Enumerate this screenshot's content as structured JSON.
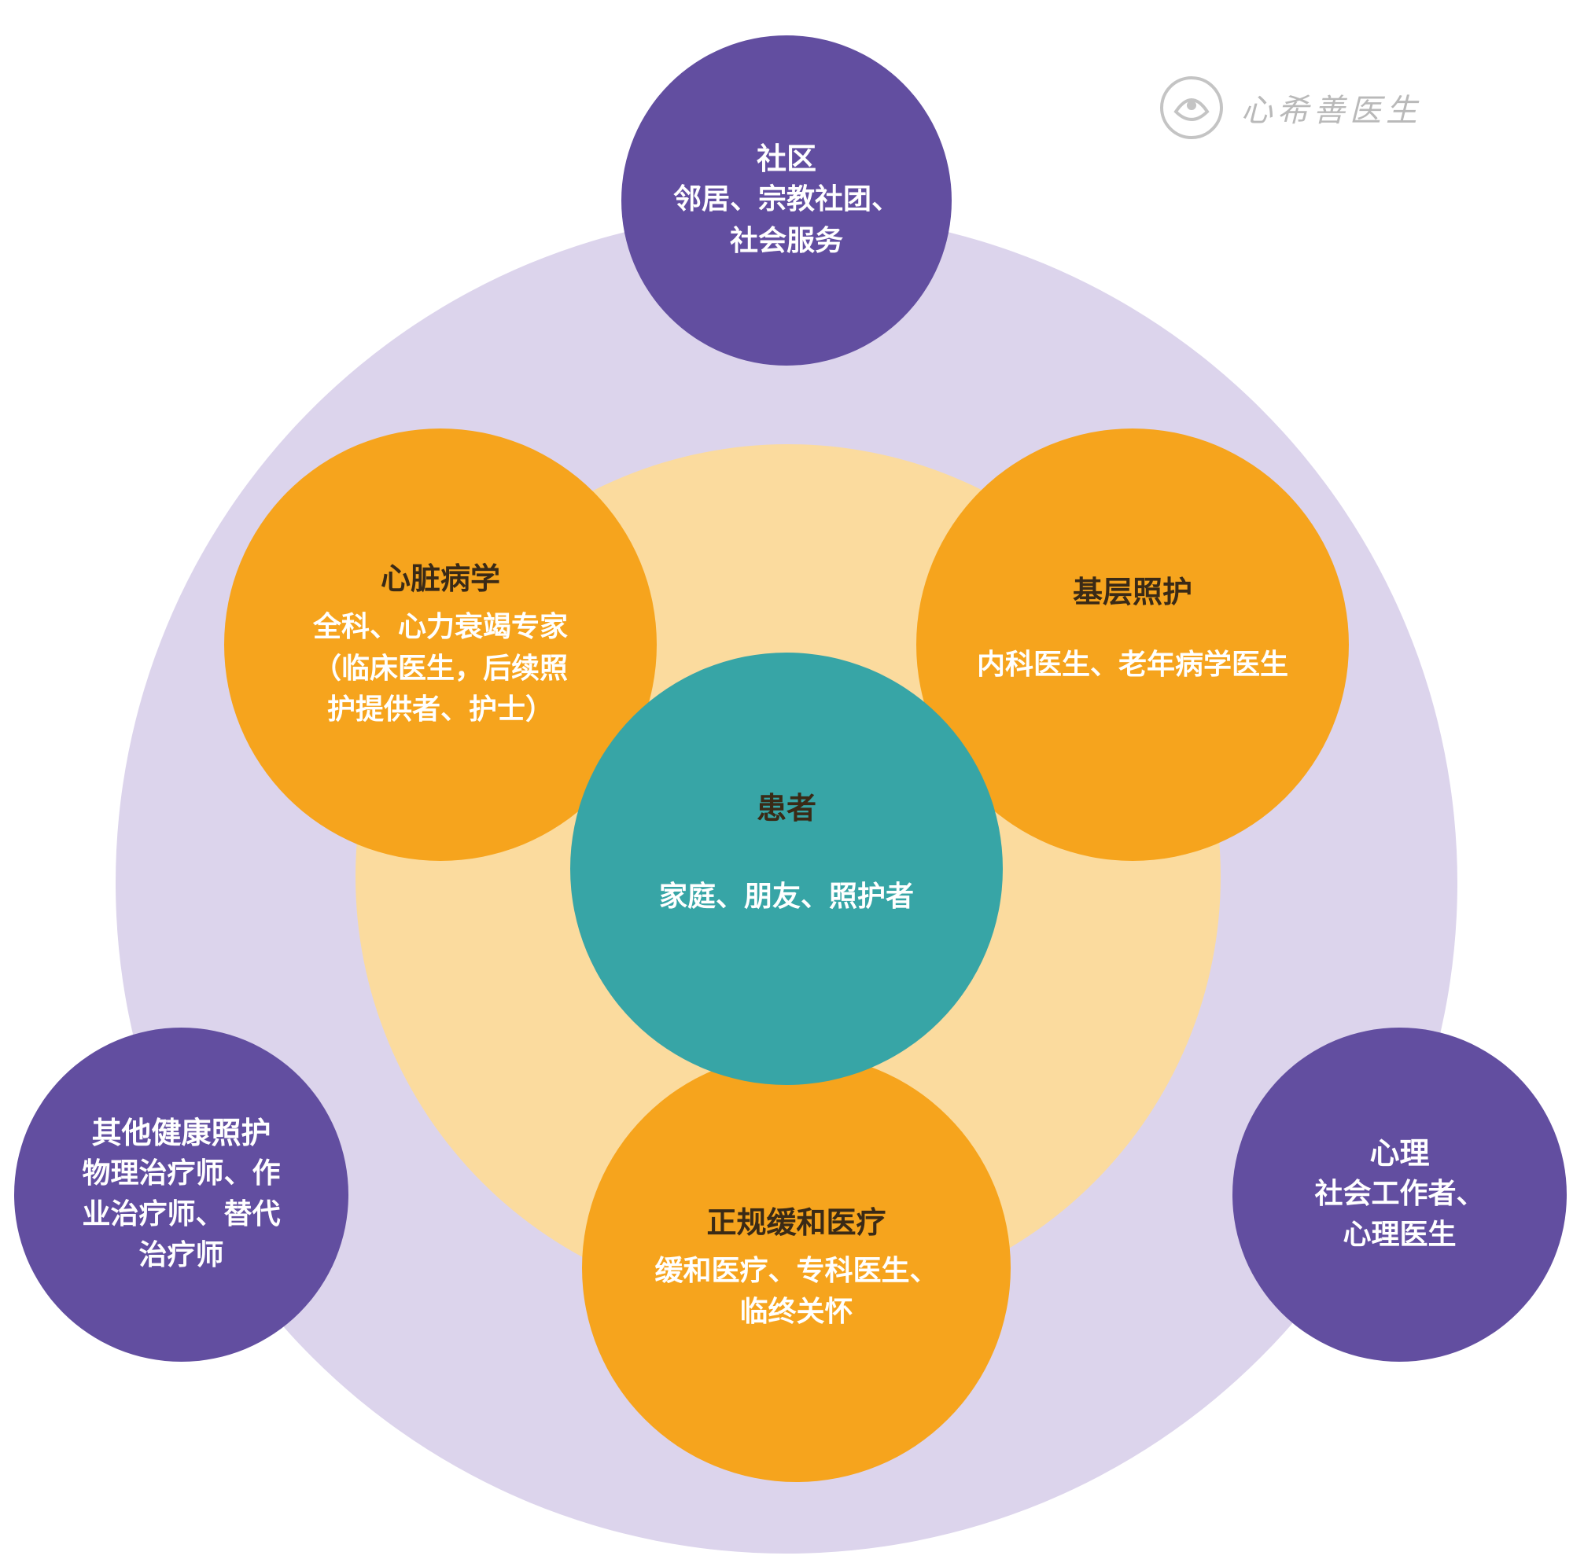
{
  "watermark": {
    "text": "心希善医生"
  },
  "community": {
    "title": "社区",
    "body": "邻居、宗教社团、\n社会服务"
  },
  "cardiology": {
    "title": "心脏病学",
    "body": "全科、心力衰竭专家\n（临床医生，后续照\n护提供者、护士）"
  },
  "primary_care": {
    "title": "基层照护",
    "body": "内科医生、老年病学医生"
  },
  "patient": {
    "title": "患者",
    "body": "家庭、朋友、照护者"
  },
  "palliative": {
    "title": "正规缓和医疗",
    "body": "缓和医疗、专科医生、\n临终关怀"
  },
  "other_care": {
    "title": "其他健康照护",
    "body": "物理治疗师、作\n业治疗师、替代\n治疗师"
  },
  "psychology": {
    "title": "心理",
    "body": "社会工作者、\n心理医生"
  },
  "colors": {
    "outer_ring": "#dcd4ec",
    "inner_glow": "#fbdb9e",
    "purple": "#624ea0",
    "orange": "#f6a41d",
    "teal": "#37a5a6"
  }
}
